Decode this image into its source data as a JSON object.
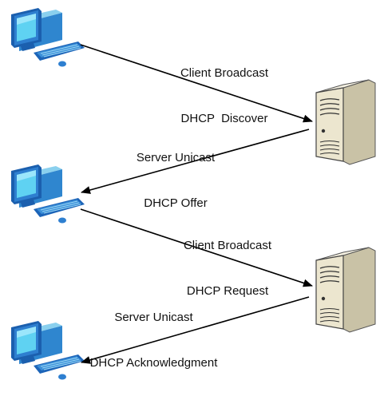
{
  "messages": [
    {
      "line1": "Client Broadcast",
      "line2": "DHCP  Discover"
    },
    {
      "line1": "Server Unicast",
      "line2": "DHCP Offer"
    },
    {
      "line1": "Client Broadcast",
      "line2": "DHCP Request"
    },
    {
      "line1": "Server Unicast",
      "line2": "DHCP Acknowledgment"
    }
  ],
  "icons": {
    "client": "desktop-computer-icon",
    "server": "tower-server-icon"
  },
  "colors": {
    "monitor_blue": "#1f6fc4",
    "screen_cyan": "#5fd2f2",
    "server_beige": "#ece6cf",
    "arrow": "#000000"
  }
}
